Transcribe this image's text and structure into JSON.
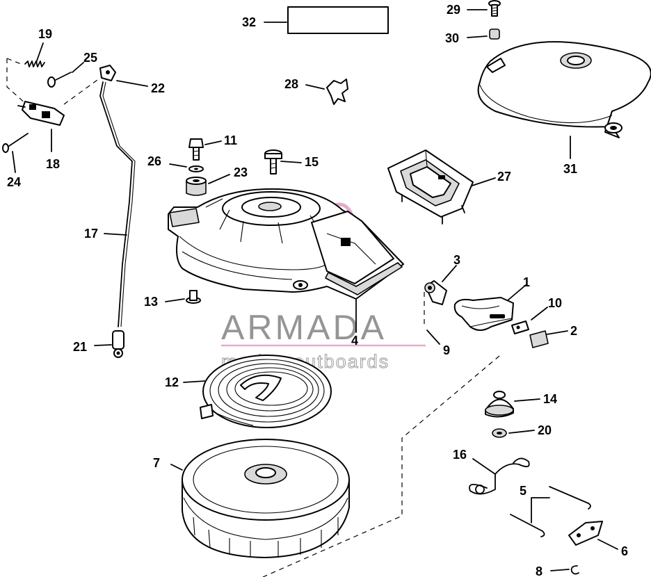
{
  "watermark": {
    "brand": "ARMADA",
    "tagline": "marine outboards",
    "accent_color": "#e0a2c6"
  },
  "callouts": [
    {
      "id": "p1",
      "text": "1"
    },
    {
      "id": "p2",
      "text": "2"
    },
    {
      "id": "p3",
      "text": "3"
    },
    {
      "id": "p4",
      "text": "4"
    },
    {
      "id": "p5",
      "text": "5"
    },
    {
      "id": "p6",
      "text": "6"
    },
    {
      "id": "p7",
      "text": "7"
    },
    {
      "id": "p8",
      "text": "8"
    },
    {
      "id": "p9",
      "text": "9"
    },
    {
      "id": "p10",
      "text": "10"
    },
    {
      "id": "p11",
      "text": "11"
    },
    {
      "id": "p12",
      "text": "12"
    },
    {
      "id": "p13",
      "text": "13"
    },
    {
      "id": "p14",
      "text": "14"
    },
    {
      "id": "p15",
      "text": "15"
    },
    {
      "id": "p16",
      "text": "16"
    },
    {
      "id": "p17",
      "text": "17"
    },
    {
      "id": "p18",
      "text": "18"
    },
    {
      "id": "p19",
      "text": "19"
    },
    {
      "id": "p20",
      "text": "20"
    },
    {
      "id": "p21",
      "text": "21"
    },
    {
      "id": "p22",
      "text": "22"
    },
    {
      "id": "p23",
      "text": "23"
    },
    {
      "id": "p24",
      "text": "24"
    },
    {
      "id": "p25",
      "text": "25"
    },
    {
      "id": "p26",
      "text": "26"
    },
    {
      "id": "p27",
      "text": "27"
    },
    {
      "id": "p28",
      "text": "28"
    },
    {
      "id": "p29",
      "text": "29"
    },
    {
      "id": "p30",
      "text": "30"
    },
    {
      "id": "p31",
      "text": "31"
    },
    {
      "id": "p32",
      "text": "32"
    }
  ]
}
